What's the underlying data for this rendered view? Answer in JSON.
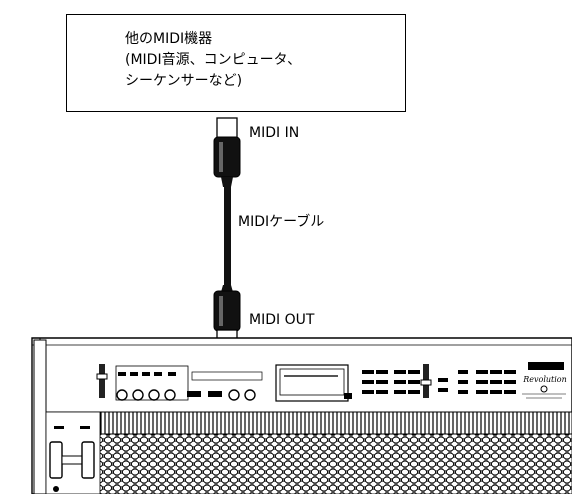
{
  "device_box": {
    "line1": "他のMIDI機器",
    "line2": "(MIDI音源、コンピュータ、",
    "line3": "シーケンサーなど)"
  },
  "labels": {
    "midi_in": "MIDI IN",
    "cable": "MIDIケーブル",
    "midi_out": "MIDI OUT"
  },
  "keyboard_logo": {
    "brand": "Revolution"
  }
}
